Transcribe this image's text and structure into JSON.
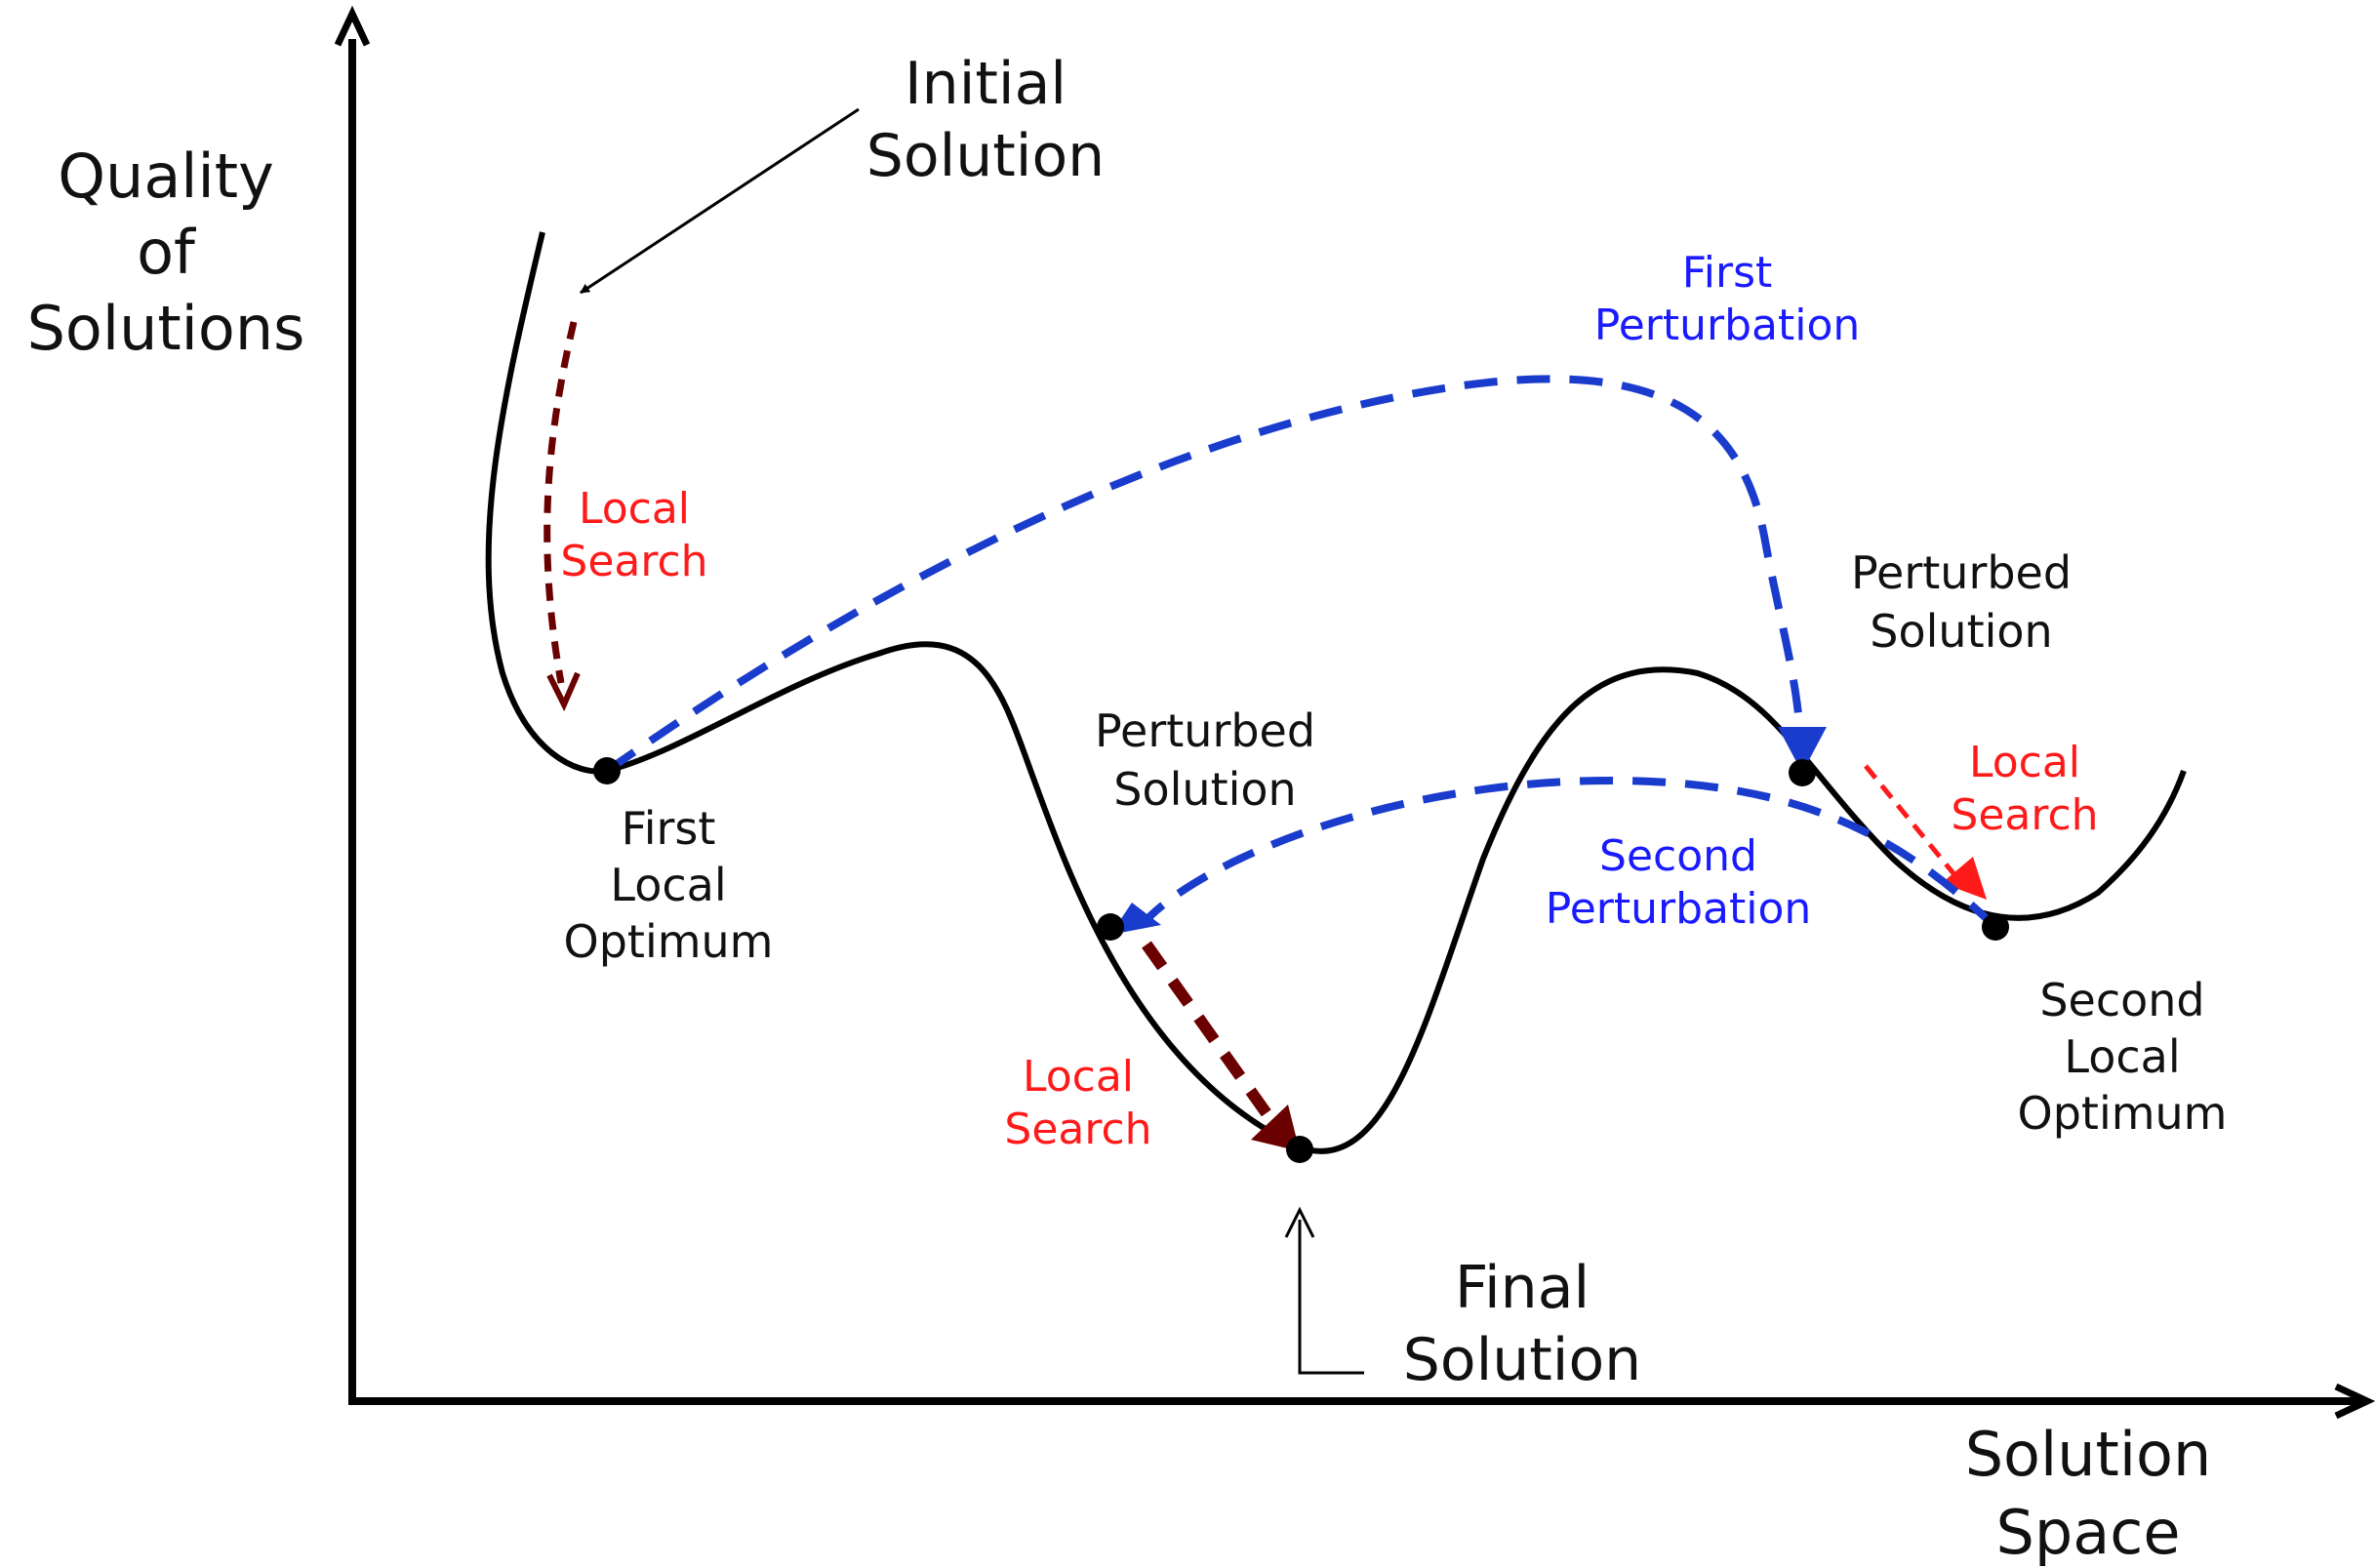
{
  "colors": {
    "axis": "#000000",
    "curve": "#000000",
    "local_search_dark": "#6b0000",
    "local_search_red": "#ff1a1a",
    "perturbation": "#1a1aff",
    "perturbation_stroke": "#1a3ccc",
    "local_search_text": "#ff1a1a"
  },
  "axes": {
    "y_title": [
      "Quality",
      "of",
      "Solutions"
    ],
    "x_title": [
      "Solution",
      "Space"
    ]
  },
  "labels": {
    "initial_solution": [
      "Initial",
      "Solution"
    ],
    "final_solution": [
      "Final",
      "Solution"
    ],
    "first_local_optimum": [
      "First",
      "Local",
      "Optimum"
    ],
    "second_local_optimum": [
      "Second",
      "Local",
      "Optimum"
    ],
    "perturbed_solution_1": [
      "Perturbed",
      "Solution"
    ],
    "perturbed_solution_2": [
      "Perturbed",
      "Solution"
    ],
    "local_search_1": [
      "Local",
      "Search"
    ],
    "local_search_2": [
      "Local",
      "Search"
    ],
    "local_search_3": [
      "Local",
      "Search"
    ],
    "first_perturbation": [
      "First",
      "Perturbation"
    ],
    "second_perturbation": [
      "Second",
      "Perturbation"
    ]
  }
}
